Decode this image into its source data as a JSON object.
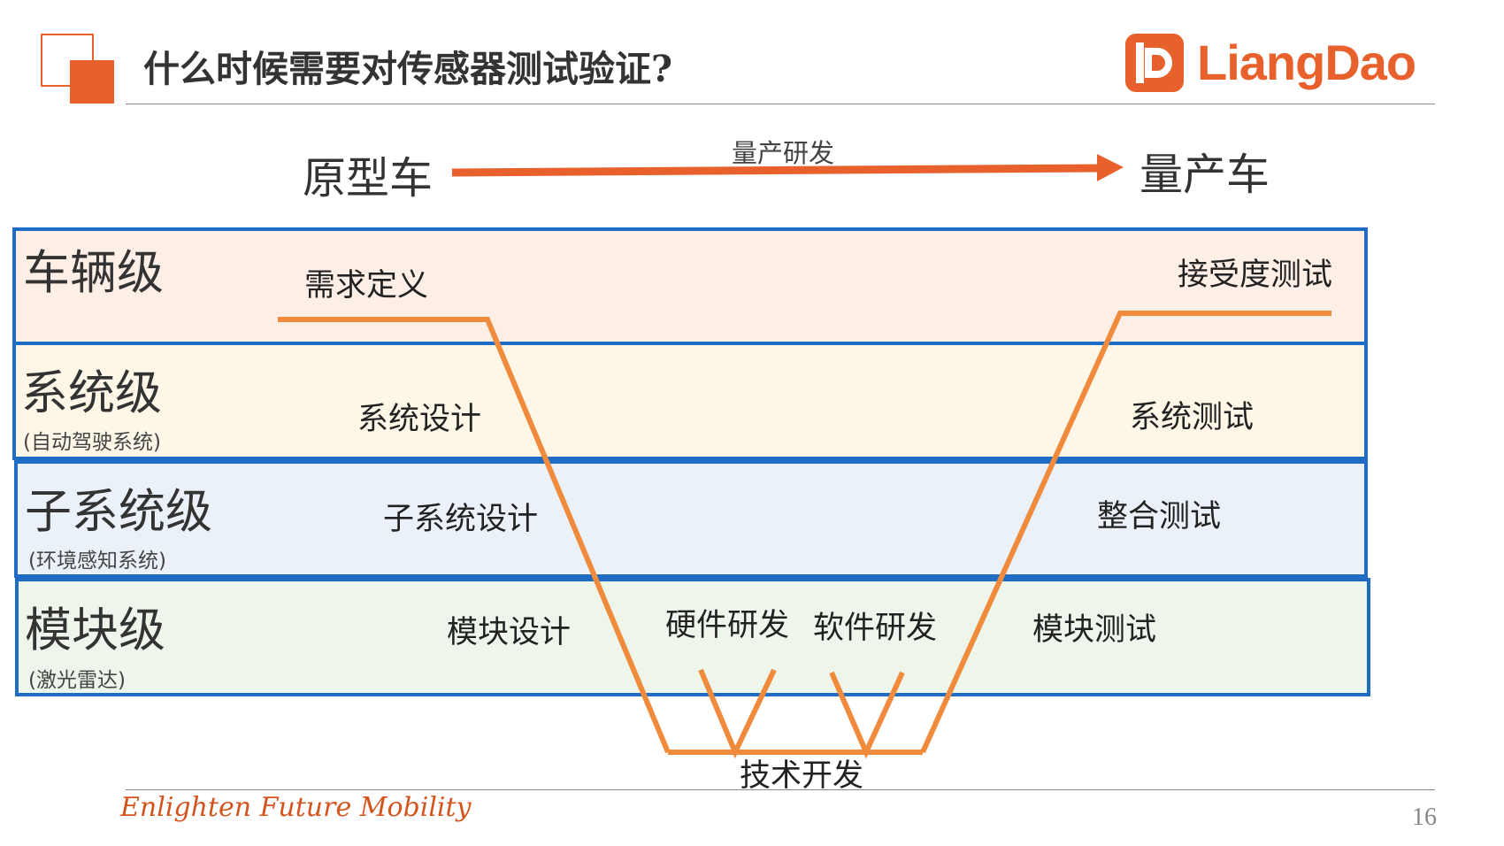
{
  "header": {
    "title": "什么时候需要对传感器测试验证?",
    "brand": "LiangDao"
  },
  "stages": {
    "start": "原型车",
    "arrow_label": "量产研发",
    "end": "量产车"
  },
  "levels": [
    {
      "name": "车辆级",
      "sub": "",
      "left_step": "需求定义",
      "right_step": "接受度测试",
      "color": "#fdeee6"
    },
    {
      "name": "系统级",
      "sub": "(自动驾驶系统)",
      "left_step": "系统设计",
      "right_step": "系统测试",
      "color": "#fef7e8"
    },
    {
      "name": "子系统级",
      "sub": "(环境感知系统)",
      "left_step": "子系统设计",
      "right_step": "整合测试",
      "color": "#eaf1f9"
    },
    {
      "name": "模块级",
      "sub": "(激光雷达)",
      "left_step": "模块设计",
      "right_step": "模块测试",
      "color": "#eef5ea"
    }
  ],
  "module_steps": {
    "hardware": "硬件研发",
    "software": "软件研发"
  },
  "bottom_step": "技术开发",
  "footer": {
    "slogan": "Enlighten Future Mobility",
    "page_number": "16"
  },
  "colors": {
    "accent": "#e8612c",
    "vline": "#f08a3c",
    "band_border": "#1e6cc4"
  }
}
